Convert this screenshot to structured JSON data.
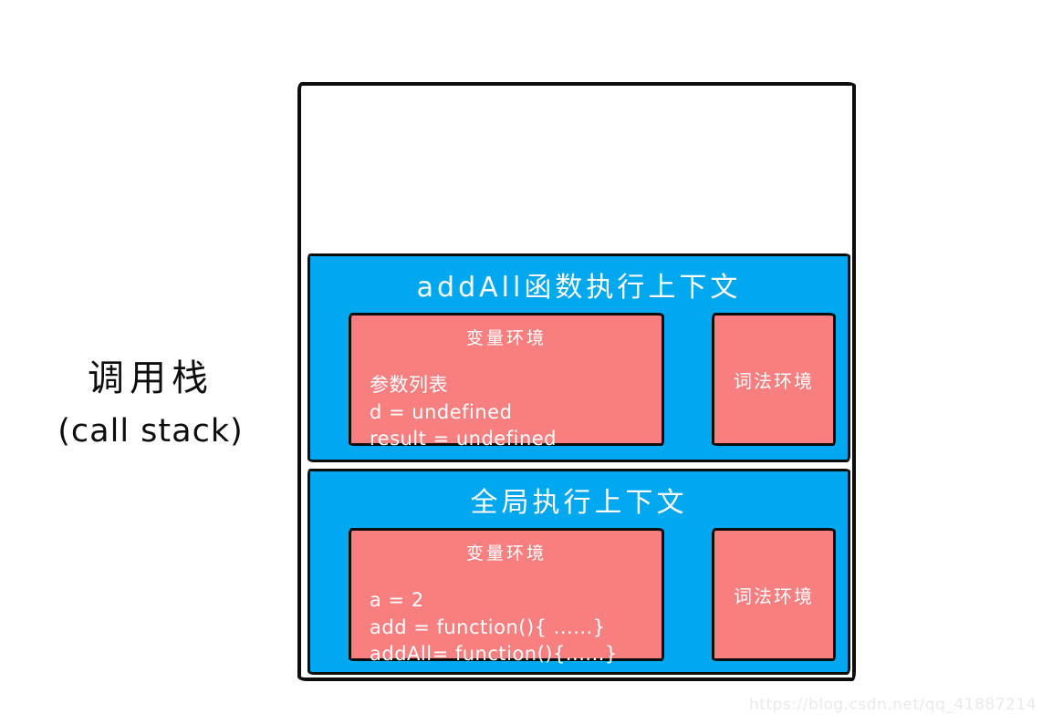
{
  "label": {
    "line1": "调用栈",
    "line2": "(call stack)"
  },
  "call_stack": {
    "frames": [
      {
        "title": "addAll函数执行上下文",
        "variable_env": {
          "title": "变量环境",
          "lines": [
            "参数列表",
            "d = undefined",
            "result = undefined"
          ]
        },
        "lexical_env": {
          "title": "词法环境"
        }
      },
      {
        "title": "全局执行上下文",
        "variable_env": {
          "title": "变量环境",
          "lines": [
            "a = 2",
            "add = function(){ ......}",
            "addAll= function(){......}"
          ]
        },
        "lexical_env": {
          "title": "词法环境"
        }
      }
    ]
  },
  "colors": {
    "context_blue": "#00a9ef",
    "env_salmon": "#f87f7f",
    "border_ink": "#0d0d0d",
    "text_white": "#ffffff",
    "watermark_gray": "#eaeaea",
    "background": "#ffffff"
  },
  "watermark": "https://blog.csdn.net/qq_41887214"
}
